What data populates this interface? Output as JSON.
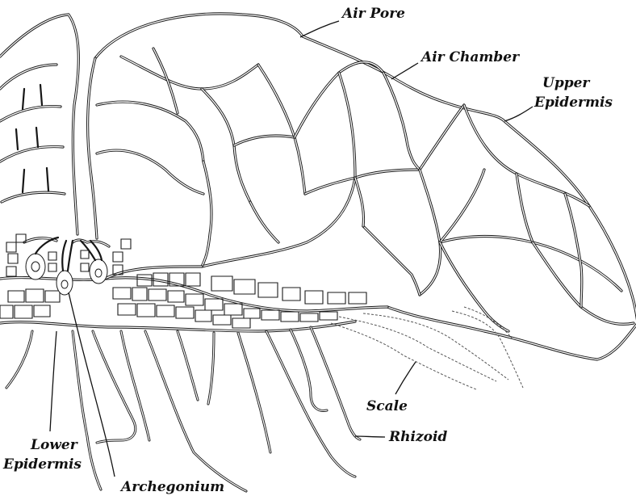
{
  "figure": {
    "labels": {
      "air_pore": "Air Pore",
      "air_chamber": "Air Chamber",
      "upper": "Upper",
      "epidermis": "Epidermis",
      "scale": "Scale",
      "rhizoid": "Rhizoid",
      "lower": "Lower",
      "lower_epidermis": "Epidermis",
      "archegonium": "Archegonium"
    }
  }
}
